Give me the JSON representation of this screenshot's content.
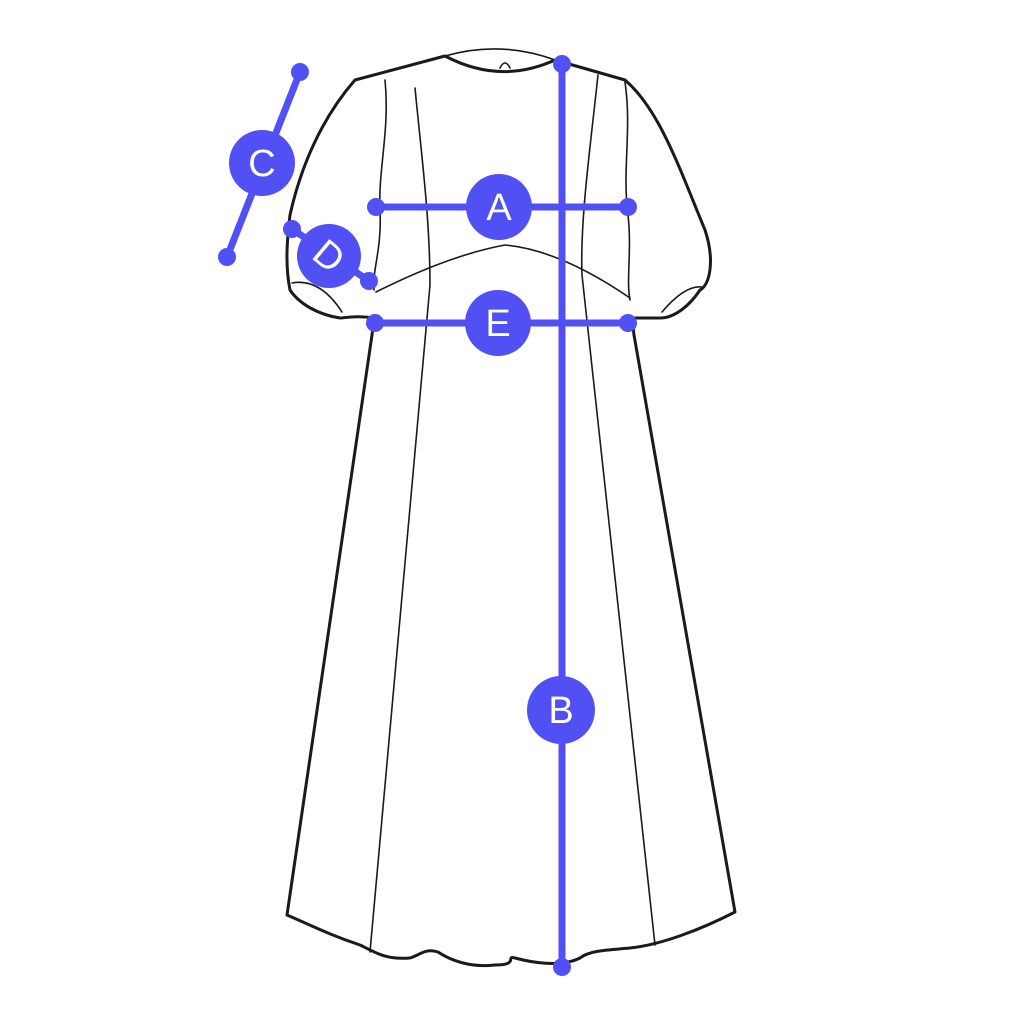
{
  "diagram": {
    "subject": "dress",
    "accent_color": "#5050f5",
    "measurements": [
      {
        "key": "A",
        "label": "A"
      },
      {
        "key": "B",
        "label": "B"
      },
      {
        "key": "C",
        "label": "C"
      },
      {
        "key": "D",
        "label": "D"
      },
      {
        "key": "E",
        "label": "E"
      }
    ]
  }
}
